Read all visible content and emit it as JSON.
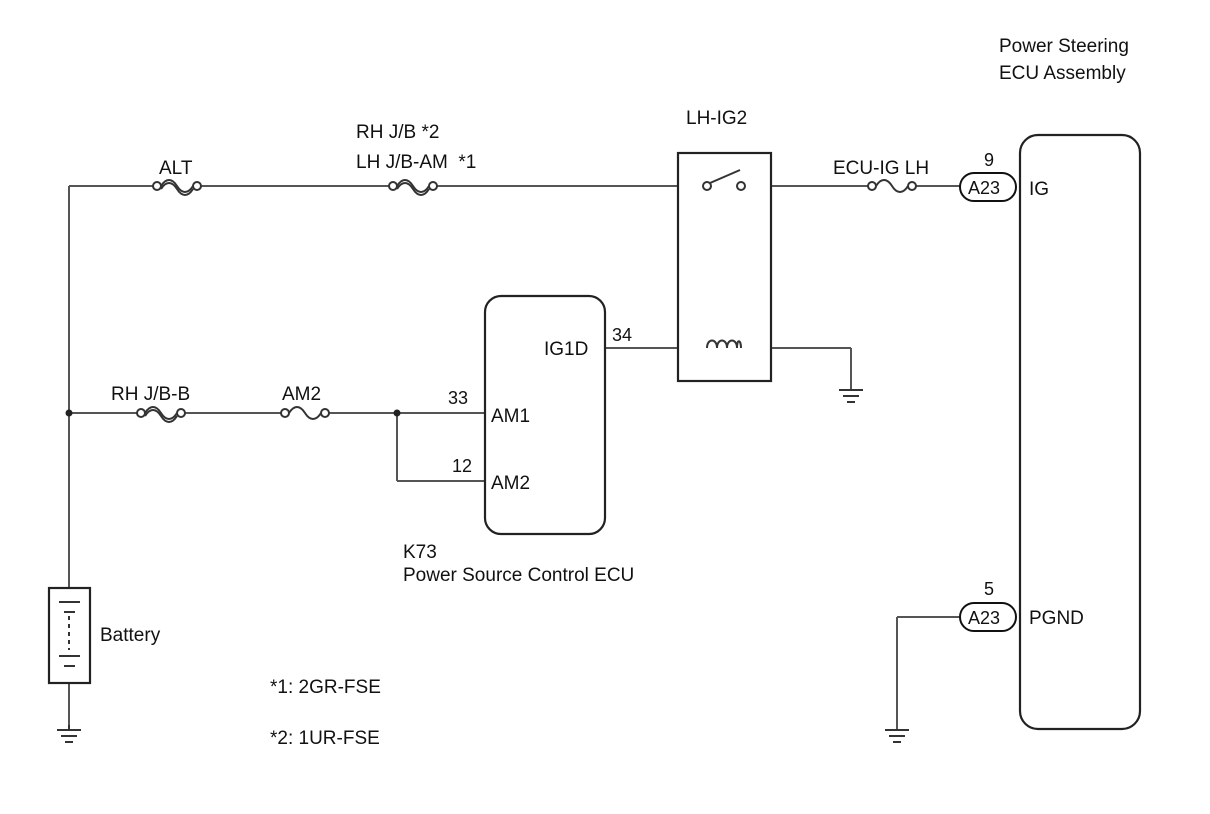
{
  "components": {
    "ps_ecu": {
      "name_line1": "Power Steering",
      "name_line2": "ECU Assembly",
      "pin_ig": "IG",
      "pin_pgnd": "PGND",
      "pin_ig_no": "9",
      "pin_pgnd_no": "5"
    },
    "connectors": {
      "a23_top": "A23",
      "a23_bottom": "A23"
    },
    "relay": {
      "name": "LH-IG2"
    },
    "power_ecu": {
      "code": "K73",
      "name": "Power Source Control ECU",
      "pin_ig1d": "IG1D",
      "pin_am1": "AM1",
      "pin_am2": "AM2",
      "pin_ig1d_no": "34",
      "pin_am1_no": "33",
      "pin_am2_no": "12"
    },
    "battery": {
      "name": "Battery"
    }
  },
  "fuses": {
    "alt": "ALT",
    "rhjb_line1": "RH J/B *2",
    "rhjb_line2": "LH J/B-AM  *1",
    "ecu_ig_lh": "ECU-IG LH",
    "rhjb_b": "RH J/B-B",
    "am2": "AM2"
  },
  "notes": {
    "note1": "*1: 2GR-FSE",
    "note2": "*2: 1UR-FSE"
  }
}
